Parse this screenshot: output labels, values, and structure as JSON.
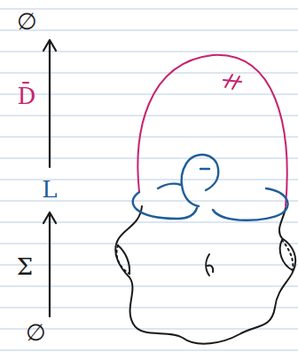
{
  "diagram": {
    "labels": [
      "∅",
      "D̄",
      "L",
      "Σ",
      "∅"
    ]
  }
}
